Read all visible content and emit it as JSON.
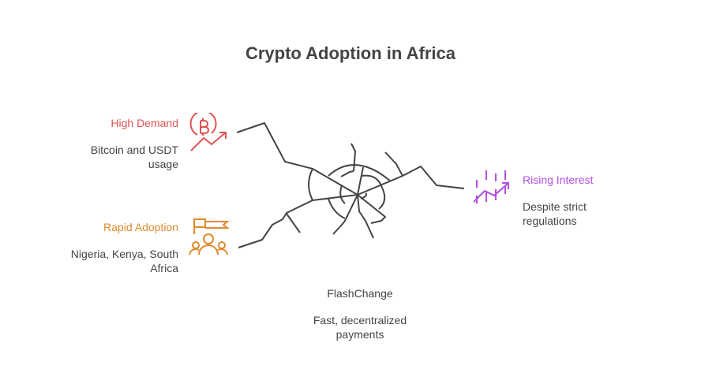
{
  "title": "Crypto Adoption in Africa",
  "colors": {
    "red": "#e05252",
    "orange": "#e08a2e",
    "purple": "#b44fe0",
    "line": "#444444"
  },
  "items": [
    {
      "heading": "High Demand",
      "description": "Bitcoin and USDT usage",
      "icon": "bitcoin-trend-icon"
    },
    {
      "heading": "Rapid Adoption",
      "description": "Nigeria, Kenya, South Africa",
      "icon": "flag-people-icon"
    },
    {
      "heading": "Rising Interest",
      "description": "Despite strict regulations",
      "icon": "rising-chart-icon"
    }
  ],
  "center": {
    "heading": "FlashChange",
    "description": "Fast, decentralized payments"
  }
}
